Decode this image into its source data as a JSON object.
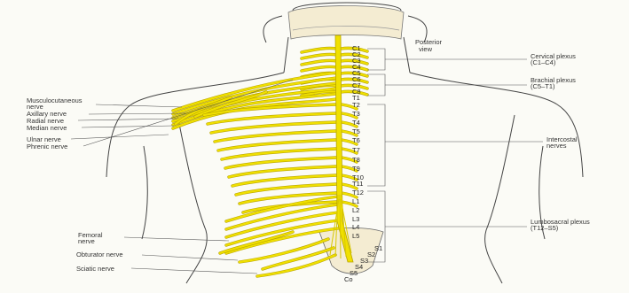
{
  "view_label": [
    "Posterior",
    "view"
  ],
  "segments": [
    "C1",
    "C2",
    "C3",
    "C4",
    "C5",
    "C6",
    "C7",
    "C8",
    "T1",
    "T2",
    "T3",
    "T4",
    "T5",
    "T6",
    "T7",
    "T8",
    "T9",
    "T10",
    "T11",
    "T12",
    "L1",
    "L2",
    "L3",
    "L4",
    "L5",
    "S1",
    "S2",
    "S3",
    "S4",
    "S5",
    "Co"
  ],
  "left_labels": [
    {
      "id": "musculocutaneous",
      "lines": [
        "Musculocutaneous",
        "nerve"
      ]
    },
    {
      "id": "axillary",
      "lines": [
        "Axillary nerve"
      ]
    },
    {
      "id": "radial",
      "lines": [
        "Radial nerve"
      ]
    },
    {
      "id": "median",
      "lines": [
        "Median nerve"
      ]
    },
    {
      "id": "ulnar",
      "lines": [
        "Ulnar nerve"
      ]
    },
    {
      "id": "phrenic",
      "lines": [
        "Phrenic nerve"
      ]
    },
    {
      "id": "femoral",
      "lines": [
        "Femoral",
        "nerve"
      ]
    },
    {
      "id": "obturator",
      "lines": [
        "Obturator nerve"
      ]
    },
    {
      "id": "sciatic",
      "lines": [
        "Sciatic nerve"
      ]
    }
  ],
  "right_labels": [
    {
      "id": "cervical-plexus",
      "lines": [
        "Cervical plexus",
        "(C1–C4)"
      ]
    },
    {
      "id": "brachial-plexus",
      "lines": [
        "Brachial plexus",
        "(C5–T1)"
      ]
    },
    {
      "id": "intercostal",
      "lines": [
        "Intercostal",
        "nerves"
      ]
    },
    {
      "id": "lumbosacral",
      "lines": [
        "Lumbosacral plexus",
        "(T12–S5)"
      ]
    }
  ],
  "colors": {
    "nerve": "#f0e000",
    "nerve_edge": "#b8a400",
    "bone": "#f4ecd2",
    "outline": "#444444",
    "label_line": "#555555",
    "background": "#fbfbf6"
  }
}
